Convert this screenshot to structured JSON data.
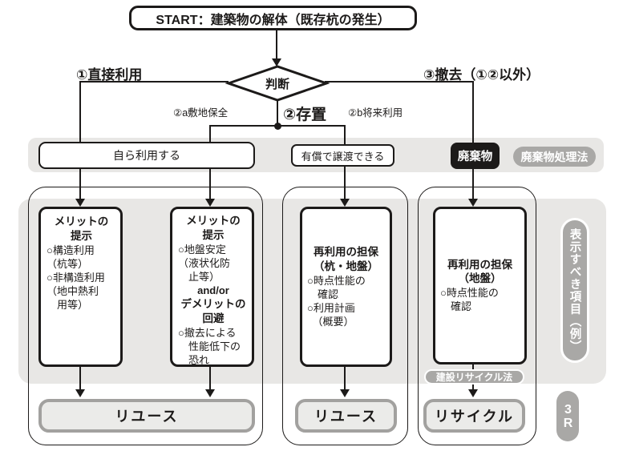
{
  "colors": {
    "black": "#1c1a19",
    "light_gray": "#e8e7e5",
    "mid_gray": "#a9a8a6",
    "outcome_fill": "#ebebe9",
    "outcome_border": "#a2a19f"
  },
  "start": {
    "label": "START：建築物の解体（既存杭の発生）"
  },
  "decision": {
    "label": "判断"
  },
  "branches": {
    "direct_use": "①直接利用",
    "leave_in_place": "②存置",
    "site_preservation": "②a敷地保全",
    "future_use": "②b将来利用",
    "removal": "③撤去（①②以外）"
  },
  "band": {
    "self_use": "自ら利用する",
    "paid_transfer": "有償で譲渡できる",
    "waste": "廃棄物",
    "waste_law": "廃棄物処理法"
  },
  "panels": [
    {
      "heading": "メリットの\n提示",
      "body": "○構造利用\n（杭等）\n○非構造利用\n（地中熱利\n　用等）"
    },
    {
      "heading": "メリットの\n提示",
      "body": "○地盤安定\n（液状化防\n　止等）",
      "andor": "and/or",
      "heading2": "デメリットの\n回避",
      "body2": "○撤去による\n　性能低下の\n　恐れ"
    },
    {
      "heading": "再利用の担保\n（杭・地盤）",
      "body": "○時点性能の\n　確認\n○利用計画\n　（概要）"
    },
    {
      "heading": "再利用の担保\n（地盤）",
      "body": "○時点性能の\n　確認"
    }
  ],
  "outcomes": {
    "reuse_left": "リユース",
    "reuse_mid": "リユース",
    "recycle": "リサイクル"
  },
  "side": {
    "construction_recycle_law": "建設リサイクル法",
    "display_items": "表示すべき項目（例）",
    "three_r": "3R"
  }
}
